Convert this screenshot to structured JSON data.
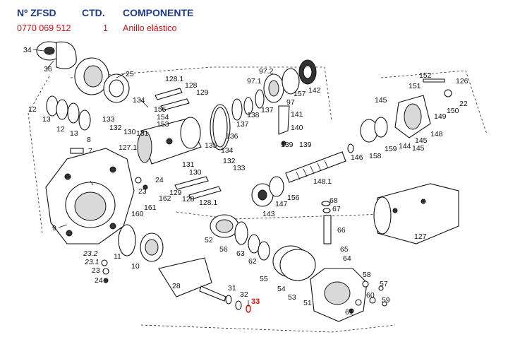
{
  "header": {
    "col_number": "Nº ZFSD",
    "col_qty": "CTD.",
    "col_component": "COMPONENTE"
  },
  "selected_part": {
    "number": "0770 069 512",
    "qty": "1",
    "name": "Anillo elástico",
    "highlight_color": "#e01010"
  },
  "callouts": [
    "34",
    "36",
    "25",
    "128.1",
    "128",
    "129",
    "134",
    "155",
    "154",
    "153",
    "12",
    "13",
    "12",
    "13",
    "133",
    "132",
    "130",
    "131",
    "136",
    "137",
    "138",
    "137",
    "97.2",
    "97.1",
    "157",
    "142",
    "97",
    "141",
    "140",
    "139",
    "139",
    "8",
    "7",
    "127.1",
    "135",
    "134",
    "132",
    "133",
    "131",
    "130",
    "23",
    "24",
    "129",
    "128",
    "128.1",
    "162",
    "161",
    "160",
    "9",
    "11",
    "10",
    "23.2",
    "23.1",
    "23",
    "24",
    "28",
    "52",
    "56",
    "63",
    "62",
    "55",
    "54",
    "53",
    "31",
    "32",
    "33",
    "51",
    "61",
    "148.1",
    "147",
    "143",
    "156",
    "146",
    "158",
    "159",
    "144",
    "145",
    "145",
    "148",
    "145",
    "151",
    "152",
    "126",
    "149",
    "150",
    "22",
    "68",
    "67",
    "66",
    "65",
    "64",
    "58",
    "57",
    "60",
    "59",
    "127"
  ]
}
